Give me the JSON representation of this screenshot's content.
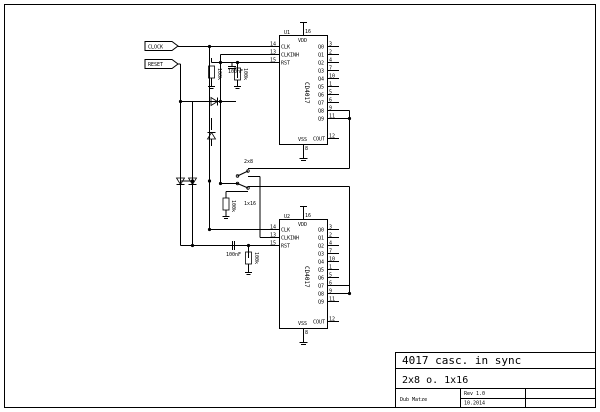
{
  "labels": {
    "clock": "CLOCK",
    "reset": "RESET"
  },
  "u1": {
    "ref": "U1",
    "part": "CD4017",
    "vdd": "VDD",
    "vss": "VSS",
    "pin_vdd": "16",
    "pin_vss": "8",
    "left_pins": [
      {
        "name": "CLK",
        "num": "14"
      },
      {
        "name": "CLKINH",
        "num": "13"
      },
      {
        "name": "RST",
        "num": "15"
      }
    ],
    "outputs": [
      {
        "name": "Q0",
        "num": "3"
      },
      {
        "name": "Q1",
        "num": "2"
      },
      {
        "name": "Q2",
        "num": "4"
      },
      {
        "name": "Q3",
        "num": "7"
      },
      {
        "name": "Q4",
        "num": "10"
      },
      {
        "name": "Q5",
        "num": "1"
      },
      {
        "name": "Q6",
        "num": "5"
      },
      {
        "name": "Q7",
        "num": "6"
      },
      {
        "name": "Q8",
        "num": "9"
      },
      {
        "name": "Q9",
        "num": "11"
      }
    ],
    "cout": {
      "name": "COUT",
      "num": "12"
    }
  },
  "u2": {
    "ref": "U2",
    "part": "CD4017",
    "vdd": "VDD",
    "vss": "VSS",
    "pin_vdd": "16",
    "pin_vss": "8",
    "left_pins": [
      {
        "name": "CLK",
        "num": "14"
      },
      {
        "name": "CLKINH",
        "num": "13"
      },
      {
        "name": "RST",
        "num": "15"
      }
    ],
    "outputs": [
      {
        "name": "Q0",
        "num": "3"
      },
      {
        "name": "Q1",
        "num": "2"
      },
      {
        "name": "Q2",
        "num": "4"
      },
      {
        "name": "Q3",
        "num": "7"
      },
      {
        "name": "Q4",
        "num": "10"
      },
      {
        "name": "Q5",
        "num": "1"
      },
      {
        "name": "Q6",
        "num": "5"
      },
      {
        "name": "Q7",
        "num": "6"
      },
      {
        "name": "Q8",
        "num": "9"
      },
      {
        "name": "Q9",
        "num": "11"
      }
    ],
    "cout": {
      "name": "COUT",
      "num": "12"
    }
  },
  "components": {
    "r1": "100k",
    "c1": "100nF",
    "r2": "100k",
    "r3": "100k",
    "c2": "100nF",
    "r4": "100k"
  },
  "switch": {
    "mode_a": "2x8",
    "mode_b": "1x16"
  },
  "title_block": {
    "title": "4017 casc. in sync",
    "subtitle": "2x8 o. 1x16",
    "author": "Dub Matze",
    "rev": "Rev 1.0",
    "date": "10.2014"
  }
}
